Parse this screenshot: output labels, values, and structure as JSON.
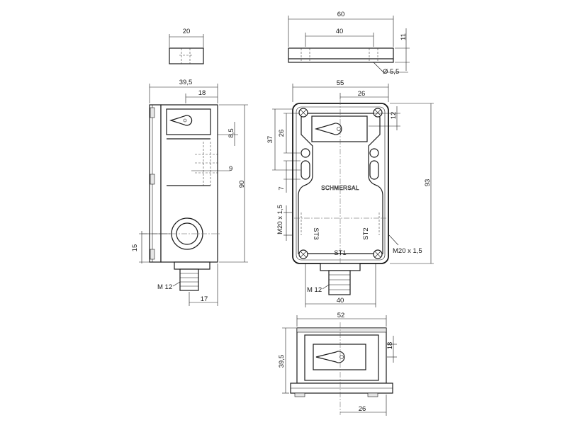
{
  "dimensions": {
    "top_view_width": "20",
    "rear_view_width": "60",
    "rear_view_hole_spacing": "40",
    "rear_view_height": "11",
    "rear_view_hole_dia": "Ø 5,5",
    "side_view_depth": "39,5",
    "side_view_cutout": "18",
    "side_view_offset": "8,5",
    "side_view_inner": "9",
    "side_view_height": "90",
    "side_view_entry": "15",
    "side_view_connector": "M 12",
    "side_view_connector_width": "17",
    "front_view_width": "55",
    "front_view_cutout_width": "26",
    "front_view_cutout_offset": "12",
    "front_view_top_section": "37",
    "front_view_slot_height": "26",
    "front_view_slot_gap": "7",
    "front_view_left_entry": "M20 x 1,5",
    "front_view_right_entry": "M20 x 1,5",
    "front_view_height": "93",
    "front_view_connector": "M 12",
    "front_view_base_width": "40",
    "bottom_view_width": "52",
    "bottom_view_depth": "39,5",
    "bottom_view_cutout": "18",
    "bottom_view_cutout_width": "26"
  },
  "labels": {
    "brand": "SCHMERSAL",
    "port_st1": "ST1",
    "port_st2": "ST2",
    "port_st3": "ST3"
  }
}
